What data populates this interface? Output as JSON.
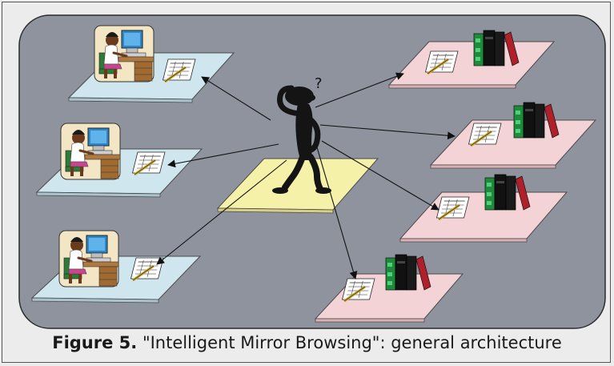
{
  "caption": {
    "label": "Figure 5.",
    "text": "\"Intelligent Mirror Browsing\": general architecture"
  },
  "thinker_glyph": "?",
  "colors": {
    "background_panel": "#8e939d",
    "client_platform": "#cfe6ef",
    "server_platform": "#f3d3d6",
    "central_platform": "#f6f1a8",
    "figure": "#141414",
    "book_green": "#1f8a3c",
    "book_red": "#b0202a",
    "book_black": "#111111"
  },
  "nodes": {
    "clients": [
      "client-workstation-1",
      "client-workstation-2",
      "client-workstation-3"
    ],
    "servers": [
      "mirror-server-1",
      "mirror-server-2",
      "mirror-server-3",
      "mirror-server-4"
    ]
  }
}
